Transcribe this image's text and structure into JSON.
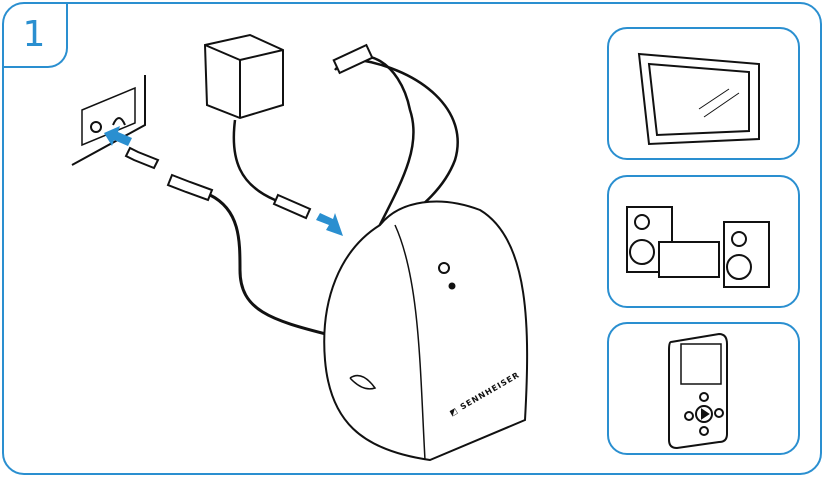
{
  "step": {
    "number": "1"
  },
  "device": {
    "brand_logo": "SENNHEISER"
  },
  "colors": {
    "accent": "#2a8fd0",
    "arrow": "#2a8fd0",
    "line": "#111111"
  },
  "panels": [
    {
      "name": "tv",
      "icon": "tv-icon"
    },
    {
      "name": "hifi",
      "icon": "stereo-system-icon"
    },
    {
      "name": "mp3-player",
      "icon": "mp3-player-icon"
    }
  ]
}
